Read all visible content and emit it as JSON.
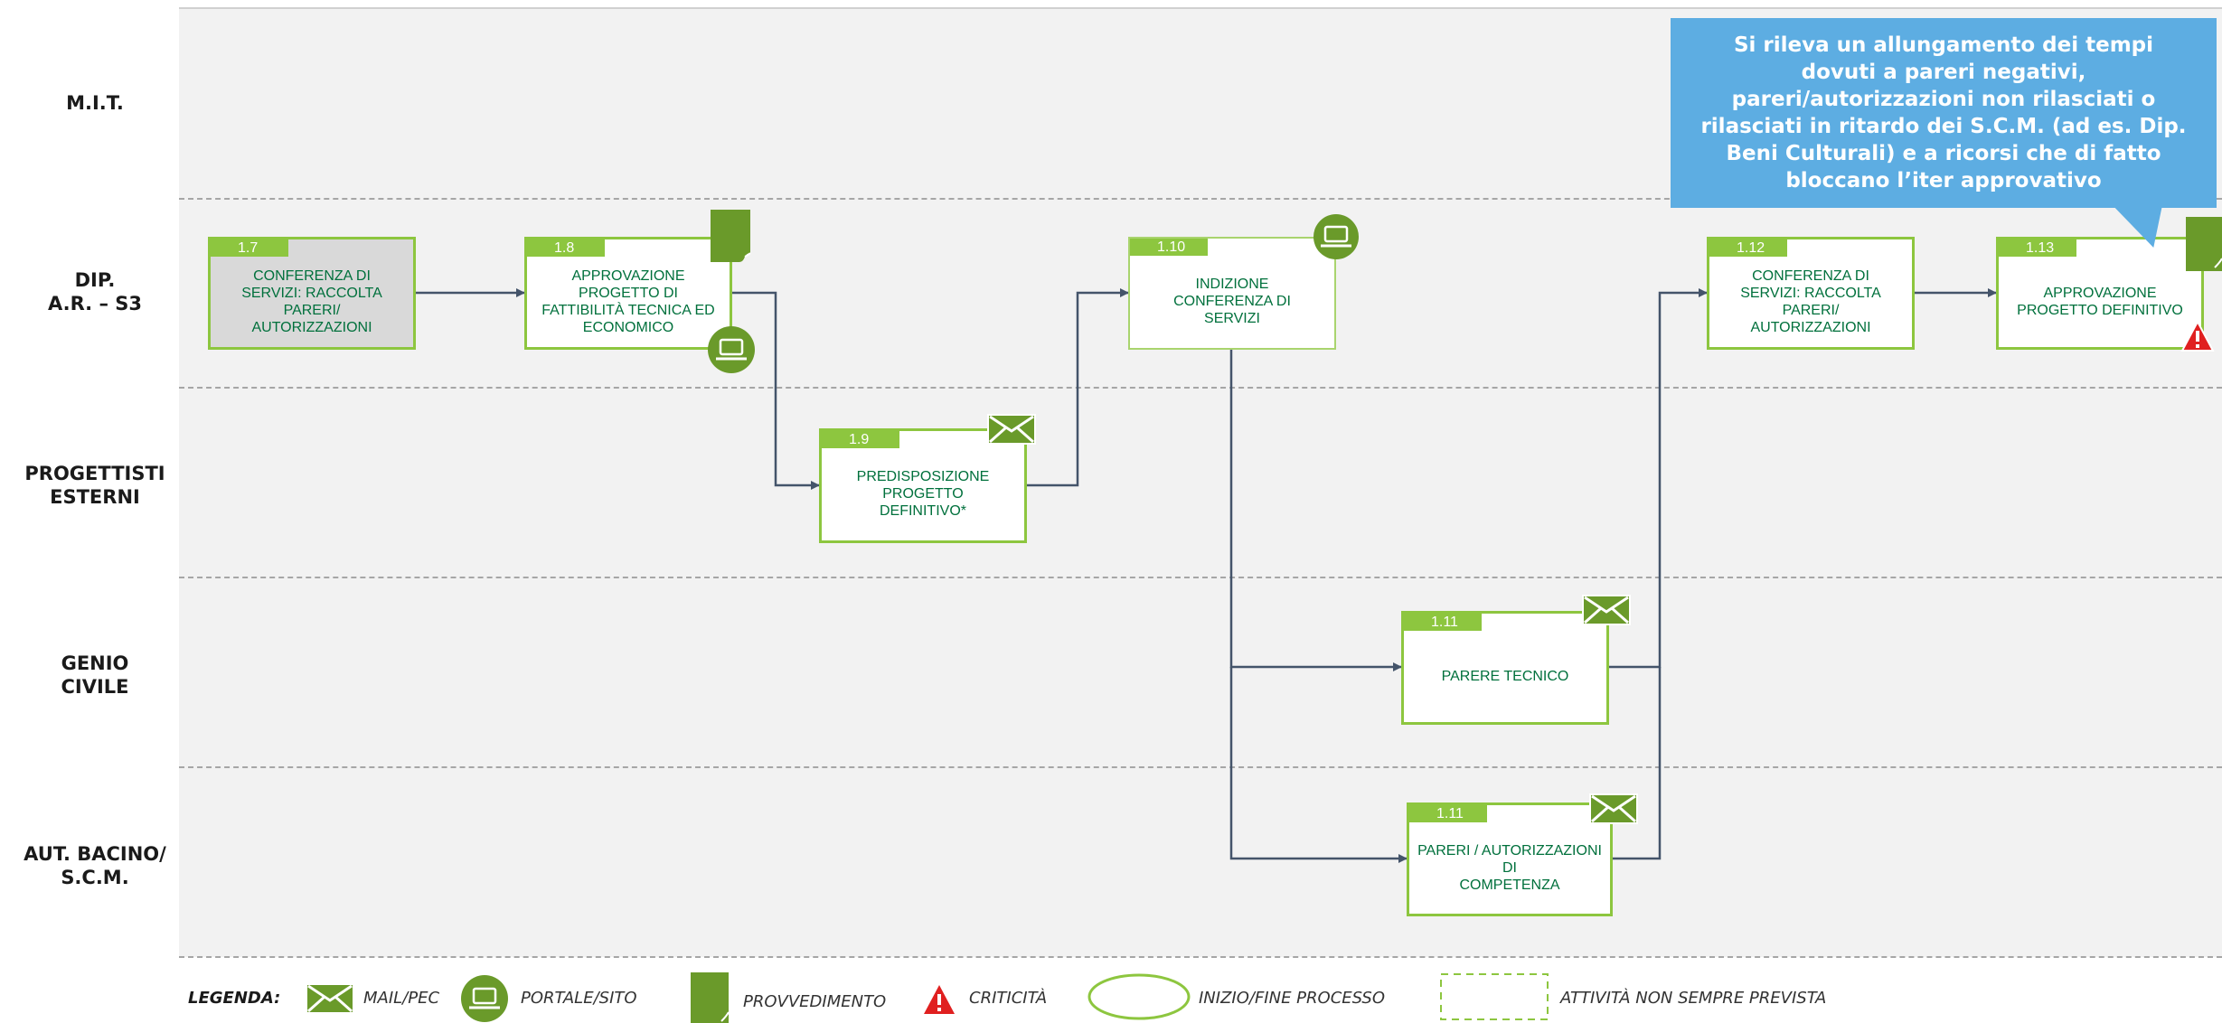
{
  "lanes": [
    {
      "label": "M.I.T."
    },
    {
      "label": "DIP.\nA.R. – S3"
    },
    {
      "label": "PROGETTISTI\nESTERNI"
    },
    {
      "label": "GENIO\nCIVILE"
    },
    {
      "label": "AUT. BACINO/\nS.C.M."
    }
  ],
  "steps": {
    "s17": {
      "num": "1.7",
      "text": "CONFERENZA DI\nSERVIZI: RACCOLTA\nPARERI/\nAUTORIZZAZIONI"
    },
    "s18": {
      "num": "1.8",
      "text": "APPROVAZIONE\nPROGETTO DI\nFATTIBILITÀ TECNICA ED\nECONOMICO"
    },
    "s19": {
      "num": "1.9",
      "text": "PREDISPOSIZIONE\nPROGETTO\nDEFINITIVO*"
    },
    "s110": {
      "num": "1.10",
      "text": "INDIZIONE\nCONFERENZA DI\nSERVIZI"
    },
    "s111a": {
      "num": "1.11",
      "text": "PARERE TECNICO"
    },
    "s111b": {
      "num": "1.11",
      "text": "PARERI / AUTORIZZAZIONI\nDI\nCOMPETENZA"
    },
    "s112": {
      "num": "1.12",
      "text": "CONFERENZA DI\nSERVIZI: RACCOLTA\nPARERI/\nAUTORIZZAZIONI"
    },
    "s113": {
      "num": "1.13",
      "text": "APPROVAZIONE\nPROGETTO DEFINITIVO"
    }
  },
  "callout": "Si rileva un allungamento dei tempi\ndovuti a pareri negativi,\npareri/autorizzazioni non rilasciati o\nrilasciati in ritardo dei S.C.M. (ad es. Dip.\nBeni Culturali) e a ricorsi che di fatto\nbloccano l’iter approvativo",
  "legend": {
    "title": "LEGENDA:",
    "mail": "MAIL/PEC",
    "portal": "PORTALE/SITO",
    "provvedimento": "PROVVEDIMENTO",
    "criticita": "CRITICITÀ",
    "inizio_fine": "INIZIO/FINE PROCESSO",
    "non_sempre": "ATTIVITÀ NON SEMPRE PREVISTA"
  },
  "icons": {
    "mail": "mail-icon",
    "portal": "laptop-icon",
    "provvedimento": "document-icon",
    "criticita": "warning-icon"
  },
  "colors": {
    "green": "#8dc63f",
    "dark_green": "#6a9a2a",
    "text_green": "#00703c",
    "arrow": "#44546a",
    "callout": "#5dade2",
    "warning": "#e02020"
  }
}
